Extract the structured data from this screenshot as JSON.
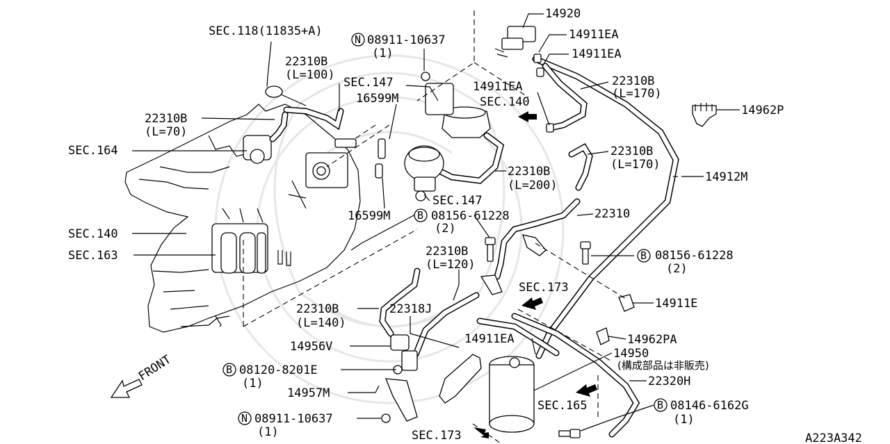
{
  "diagram_code": "A223A342",
  "front_label": "FRONT",
  "labels": {
    "l14920": "14920",
    "l14911ea_1": "14911EA",
    "l14911ea_2": "14911EA",
    "l14911ea_3": "14911EA",
    "l14911ea_4": "14911EA",
    "sec118": "SEC.118(11835+A)",
    "n08911_top_code": "08911-10637",
    "n08911_top_qty": "(1)",
    "b22310_100": "22310B",
    "b22310_100_len": "(L=100)",
    "sec147_top": "SEC.147",
    "p16599m_top": "16599M",
    "sec140_top": "SEC.140",
    "b22310_170a": "22310B",
    "b22310_170a_len": "(L=170)",
    "p14962p": "14962P",
    "b22310_70": "22310B",
    "b22310_70_len": "(L=70)",
    "sec164": "SEC.164",
    "b22310_170b": "22310B",
    "b22310_170b_len": "(L=170)",
    "p14912m": "14912M",
    "b22310_200": "22310B",
    "b22310_200_len": "(L=200)",
    "sec147_mid": "SEC.147",
    "b08156_a_code": "08156-61228",
    "b08156_a_qty": "(2)",
    "p16599m_mid": "16599M",
    "p22310": "22310",
    "sec140_left": "SEC.140",
    "sec163": "SEC.163",
    "b22310_120": "22310B",
    "b22310_120_len": "(L=120)",
    "b08156_b_code": "08156-61228",
    "b08156_b_qty": "(2)",
    "sec173_mid": "SEC.173",
    "b22310_140": "22310B",
    "b22310_140_len": "(L=140)",
    "p22318j": "22318J",
    "p14911e": "14911E",
    "p14956v": "14956V",
    "p14962pa": "14962PA",
    "p14950": "14950",
    "p14950_note": "(構成部品は非販売)",
    "b08120_code": "08120-8201E",
    "b08120_qty": "(1)",
    "p22320h": "22320H",
    "p14957m": "14957M",
    "sec165": "SEC.165",
    "b08146_code": "08146-6162G",
    "b08146_qty": "(1)",
    "n08911_bot_code": "08911-10637",
    "n08911_bot_qty": "(1)",
    "sec173_bot": "SEC.173"
  },
  "symbols": {
    "n": "N",
    "b": "B"
  }
}
